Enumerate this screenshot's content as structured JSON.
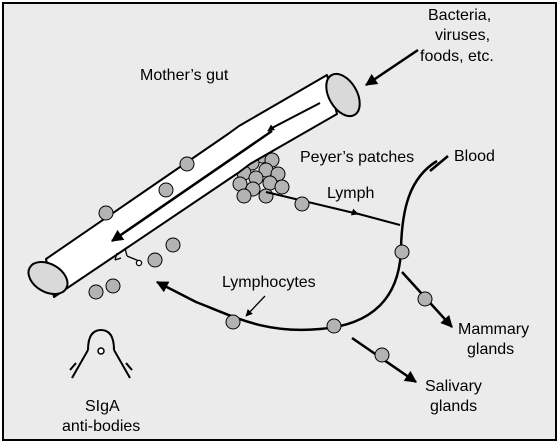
{
  "colors": {
    "background": "#ebebeb",
    "frame": "#000000",
    "gut_fill": "#ffffff",
    "gut_end_fill": "#d9d9d9",
    "cell_fill": "#b3b3b3",
    "stroke": "#000000"
  },
  "labels": {
    "bacteria_line1": "Bacteria,",
    "bacteria_line2": "viruses,",
    "bacteria_line3": "foods, etc.",
    "mothers_gut": "Mother’s gut",
    "peyers_patches": "Peyer’s patches",
    "blood": "Blood",
    "lymph": "Lymph",
    "lymphocytes": "Lymphocytes",
    "mammary_line1": "Mammary",
    "mammary_line2": "glands",
    "salivary_line1": "Salivary",
    "salivary_line2": "glands",
    "siga_line1": "SIgA",
    "siga_line2": "anti-bodies"
  },
  "icons": {
    "antibody": "y-shaped-antibody-icon",
    "gut": "tube-shape",
    "lymphocyte": "circle"
  }
}
